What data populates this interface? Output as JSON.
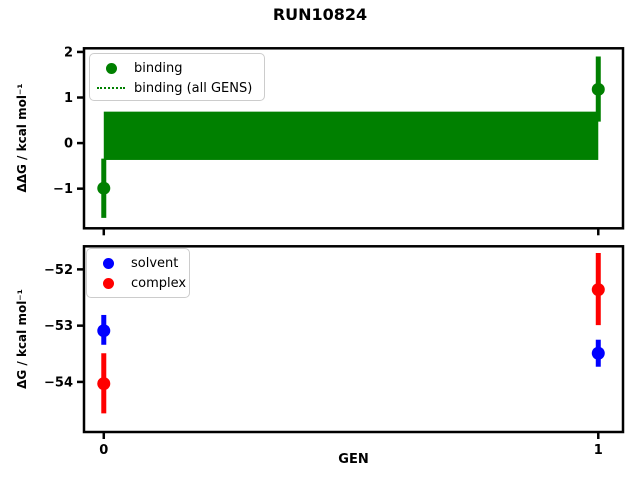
{
  "figure": {
    "title": "RUN10824",
    "background": "#ffffff",
    "spine_color": "#000000"
  },
  "chart_data": [
    {
      "type": "scatter",
      "title": "RUN10824",
      "xlabel": "",
      "ylabel": "ΔΔG / kcal mol⁻¹",
      "xlim": [
        -0.04,
        1.05
      ],
      "ylim": [
        -1.87,
        2.08
      ],
      "yticks": [
        2,
        1,
        0,
        -1
      ],
      "xticks": [
        0,
        1
      ],
      "xtick_labels_visible": false,
      "grid": false,
      "legend_position": "upper left",
      "series": [
        {
          "name": "binding",
          "color": "#008000",
          "marker": "circle",
          "x": [
            0,
            1
          ],
          "y": [
            -0.99,
            1.18
          ],
          "err_low": [
            -1.64,
            0.47
          ],
          "err_high": [
            -0.34,
            1.9
          ]
        },
        {
          "name": "binding (all GENS)",
          "color": "#008000",
          "style": "band",
          "x_range": [
            0,
            1
          ],
          "band_low": -0.37,
          "band_high": 0.69
        }
      ]
    },
    {
      "type": "scatter",
      "title": "",
      "xlabel": "GEN",
      "ylabel": "ΔG / kcal mol⁻¹",
      "xlim": [
        -0.04,
        1.05
      ],
      "ylim": [
        -54.89,
        -51.59
      ],
      "yticks": [
        -52,
        -53,
        -54
      ],
      "xticks": [
        0,
        1
      ],
      "xtick_labels_visible": true,
      "grid": false,
      "legend_position": "upper left",
      "series": [
        {
          "name": "solvent",
          "color": "#0000ff",
          "marker": "circle",
          "x": [
            0,
            1
          ],
          "y": [
            -53.09,
            -53.49
          ],
          "err_low": [
            -53.34,
            -53.73
          ],
          "err_high": [
            -52.81,
            -53.25
          ]
        },
        {
          "name": "complex",
          "color": "#ff0000",
          "marker": "circle",
          "x": [
            0,
            1
          ],
          "y": [
            -54.03,
            -52.36
          ],
          "err_low": [
            -54.56,
            -52.99
          ],
          "err_high": [
            -53.49,
            -51.71
          ]
        }
      ]
    }
  ]
}
